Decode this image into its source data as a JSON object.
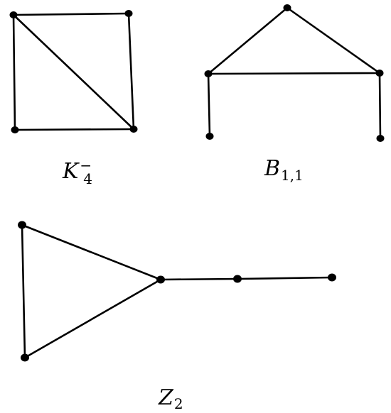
{
  "style": {
    "edge_color": "#000000",
    "node_color": "#000000",
    "background": "#ffffff"
  },
  "graphs": {
    "k4_minus": {
      "label_main": "K",
      "label_sub": "4",
      "label_sup": "−"
    },
    "b11": {
      "label_main": "B",
      "label_sub": "1,1"
    },
    "z2": {
      "label_main": "Z",
      "label_sub": "2"
    }
  }
}
